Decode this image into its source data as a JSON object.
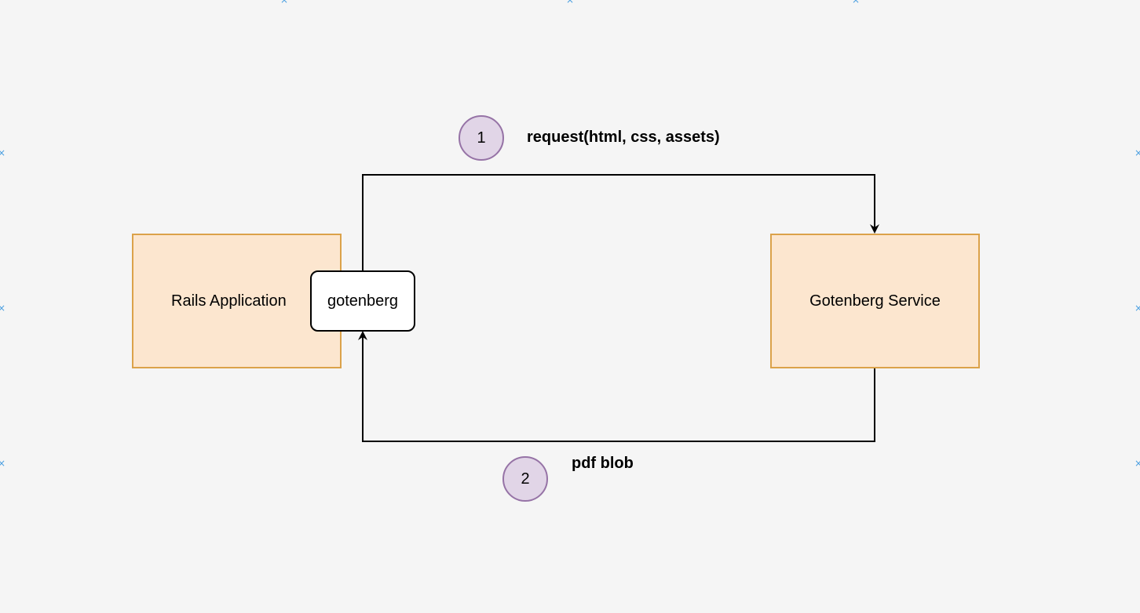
{
  "diagram": {
    "nodes": {
      "rails_app": {
        "label": "Rails Application"
      },
      "gotenberg_client": {
        "label": "gotenberg"
      },
      "gotenberg_service": {
        "label": "Gotenberg Service"
      }
    },
    "steps": [
      {
        "number": "1",
        "label": "request(html, css, assets)"
      },
      {
        "number": "2",
        "label": "pdf blob"
      }
    ],
    "edges": [
      {
        "from": "gotenberg",
        "to": "Gotenberg Service"
      },
      {
        "from": "Gotenberg Service",
        "to": "gotenberg"
      }
    ],
    "colors": {
      "background": "#f5f5f5",
      "node_fill": "#fce6cf",
      "node_stroke": "#dba24a",
      "step_fill": "#e1d5e7",
      "step_stroke": "#9673a6",
      "client_fill": "#ffffff",
      "edge": "#000000",
      "handle": "#4a9fe0"
    },
    "handle_icon": "×"
  }
}
